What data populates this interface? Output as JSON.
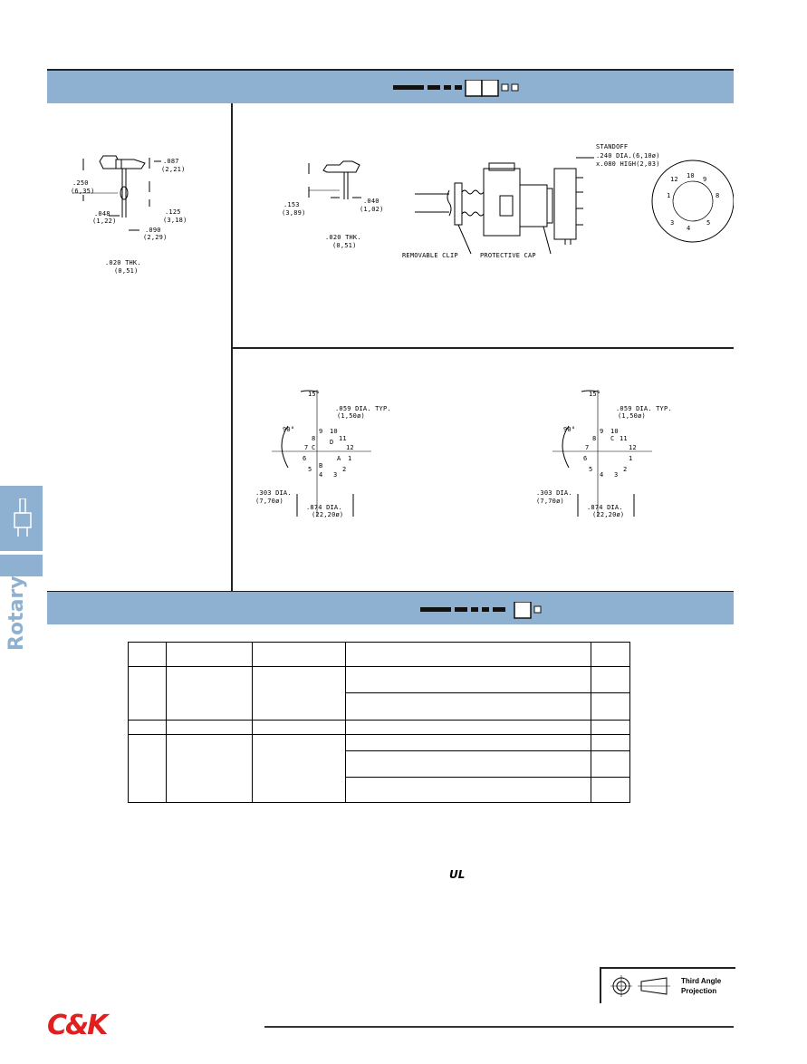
{
  "header_band_1": {
    "code_graphic": "part-number-boxes"
  },
  "header_band_2": {
    "code_graphic": "part-number-boxes"
  },
  "side_tab": {
    "label": "Rotary",
    "icon": "rotary-switch-icon"
  },
  "drawing_top_left": {
    "d1": ".087",
    "d1m": "(2,21)",
    "d2": ".250",
    "d2m": "(6,35)",
    "d3": ".125",
    "d3m": "(3,18)",
    "d4": ".048",
    "d4m": "(1,22)",
    "d5": ".090",
    "d5m": "(2,29)",
    "thk": ".020 THK.",
    "thkm": "(0,51)"
  },
  "drawing_top_center": {
    "d1": ".153",
    "d1m": "(3,89)",
    "d2": ".040",
    "d2m": "(1,02)",
    "thk": ".020 THK.",
    "thkm": "(0,51)"
  },
  "drawing_top_right": {
    "standoff": "STANDOFF",
    "standoff_dim1": ".240 DIA.(6,10ø)",
    "standoff_dim2": "x.080 HIGH(2,03)",
    "clip": "REMOVABLE CLIP",
    "cap": "PROTECTIVE CAP"
  },
  "footprint_left": {
    "angle1": "15°",
    "angle2": "90°",
    "hole": ".059 DIA. TYP.",
    "holem": "(1,50ø)",
    "dia1": ".303 DIA.",
    "dia1m": "(7,70ø)",
    "dia2": ".874 DIA.",
    "dia2m": "(22,20ø)",
    "pins": [
      "9",
      "10",
      "8",
      "11",
      "7",
      "C",
      "D",
      "12",
      "6",
      "A",
      "1",
      "5",
      "B",
      "2",
      "4",
      "3"
    ]
  },
  "footprint_right": {
    "angle1": "15°",
    "angle2": "90°",
    "hole": ".059 DIA. TYP.",
    "holem": "(1,50ø)",
    "dia1": ".303 DIA.",
    "dia1m": "(7,70ø)",
    "dia2": ".874 DIA.",
    "dia2m": "(22,20ø)",
    "pins": [
      "9",
      "10",
      "8",
      "C",
      "11",
      "7",
      "12",
      "6",
      "1",
      "5",
      "2",
      "4",
      "3"
    ]
  },
  "ul_mark": "UL",
  "projection": {
    "line1": "Third Angle",
    "line2": "Projection"
  },
  "logo": "C&K"
}
